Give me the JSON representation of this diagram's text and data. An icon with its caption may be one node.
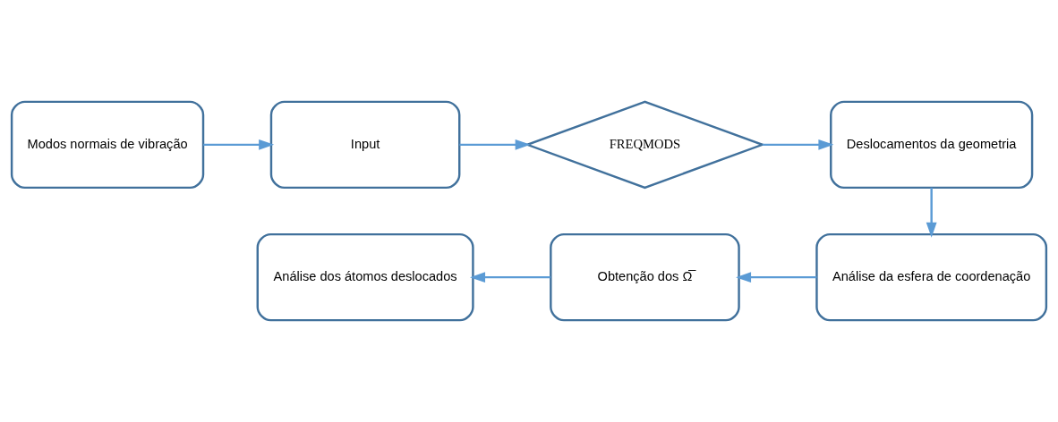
{
  "diagram": {
    "nodes": [
      {
        "text": [
          "Modos normais de vibração"
        ]
      },
      {
        "text": [
          "Input"
        ]
      },
      {
        "text": [
          "FREQMODS"
        ]
      },
      {
        "text": [
          "Deslocamentos da geometria"
        ]
      },
      {
        "text": [
          "Análise da esfera de coordenação"
        ]
      },
      {
        "text": [
          "Obtenção dos Ω̅"
        ]
      },
      {
        "text": [
          "Análise dos átomos deslocados"
        ]
      }
    ],
    "edges": [
      {
        "from": 0,
        "to": 1,
        "arrow": "to"
      },
      {
        "from": 1,
        "to": 2,
        "arrow": "to"
      },
      {
        "from": 2,
        "to": 3,
        "arrow": "to"
      },
      {
        "from": 3,
        "to": 4,
        "arrow": "to"
      },
      {
        "from": 4,
        "to": 5,
        "arrow": "to"
      },
      {
        "from": 5,
        "to": 6,
        "arrow": "to"
      }
    ]
  }
}
